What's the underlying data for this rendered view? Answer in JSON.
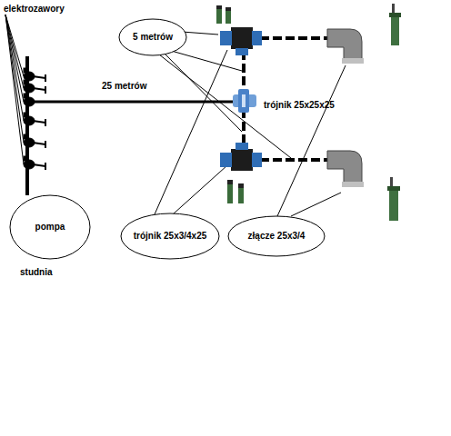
{
  "diagram": {
    "nodes": [
      {
        "text": [
          "5 metrów"
        ]
      },
      {
        "text": [
          "pompa"
        ]
      },
      {
        "text": [
          "trójnik 25x3/4x25"
        ]
      },
      {
        "text": [
          "złącze 25x3/4"
        ]
      }
    ],
    "labels": [
      "elektrozawory",
      "25 metrów",
      "trójnik 25x25x25",
      "studnia"
    ]
  }
}
